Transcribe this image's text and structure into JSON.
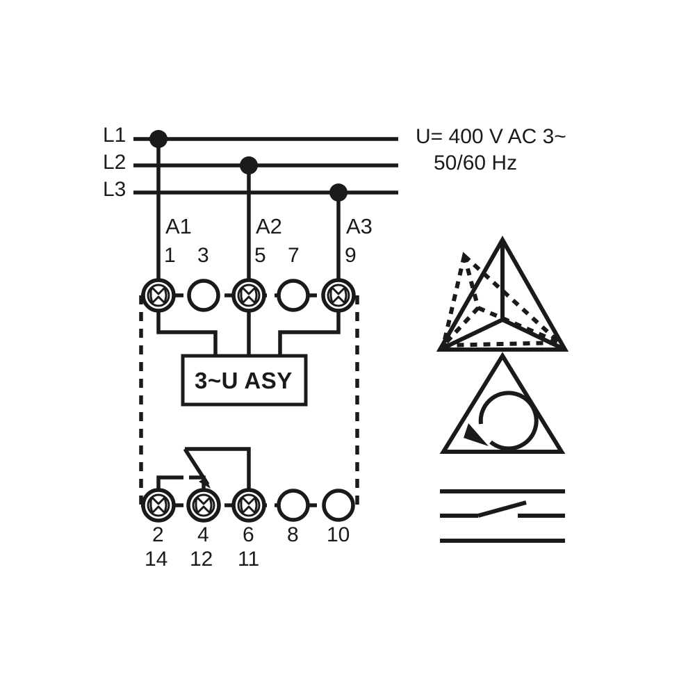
{
  "diagram": {
    "title": "3-phase asymmetry monitoring relay wiring diagram",
    "supply": {
      "line1": "U= 400 V AC 3~",
      "line2": "50/60 Hz"
    },
    "phases": [
      {
        "label": "L1"
      },
      {
        "label": "L2"
      },
      {
        "label": "L3"
      }
    ],
    "input_terminal_groups": [
      {
        "label": "A1"
      },
      {
        "label": "A2"
      },
      {
        "label": "A3"
      }
    ],
    "input_terminals": [
      {
        "number": "1",
        "connected": true
      },
      {
        "number": "3",
        "connected": false
      },
      {
        "number": "5",
        "connected": true
      },
      {
        "number": "7",
        "connected": false
      },
      {
        "number": "9",
        "connected": true
      }
    ],
    "device": {
      "label": "3~U ASY"
    },
    "output_terminals": [
      {
        "number": "2",
        "alt": "14",
        "connected": true
      },
      {
        "number": "4",
        "alt": "12",
        "connected": true
      },
      {
        "number": "6",
        "alt": "11",
        "connected": true
      },
      {
        "number": "8",
        "alt": "",
        "connected": false
      },
      {
        "number": "10",
        "alt": "",
        "connected": false
      }
    ],
    "symbols": [
      {
        "name": "phase-asymmetry-symbol",
        "description": "triangle with star point and dotted distorted triangle"
      },
      {
        "name": "phase-sequence-symbol",
        "description": "triangle enclosing clockwise circular arrow"
      },
      {
        "name": "changeover-contact-symbol",
        "description": "SPDT changeover contact"
      }
    ],
    "colors": {
      "ink": "#1a1a1a",
      "background": "#ffffff"
    }
  }
}
